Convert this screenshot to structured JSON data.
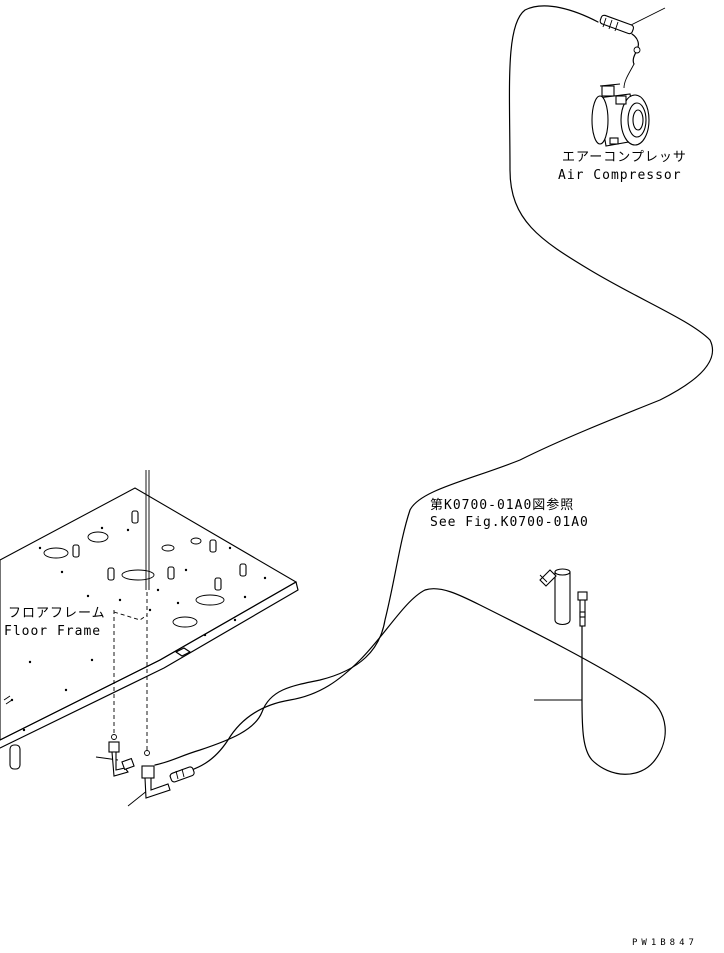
{
  "labels": {
    "air_compressor_jp": "エアーコンプレッサ",
    "air_compressor_en": "Air Compressor",
    "see_fig_jp": "第K0700-01A0図参照",
    "see_fig_en": "See Fig.K0700-01A0",
    "floor_frame_jp": "フロアフレーム",
    "floor_frame_en": "Floor Frame",
    "drawing_number": "PW1B847"
  },
  "icons": {
    "compressor": "air-compressor-icon",
    "receiver_dryer": "receiver-dryer-icon",
    "floor_frame": "floor-frame-plate",
    "hose_fitting": "hose-fitting-icon"
  }
}
